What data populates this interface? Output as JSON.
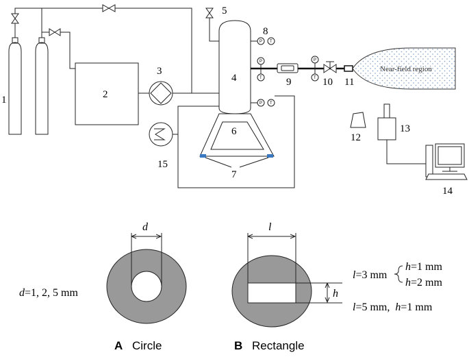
{
  "schematic": {
    "labels": {
      "n1": "1",
      "n2": "2",
      "n3": "3",
      "n4": "4",
      "n5": "5",
      "n6": "6",
      "n7": "7",
      "n8": "8",
      "n9": "9",
      "n10": "10",
      "n11": "11",
      "n12": "12",
      "n13": "13",
      "n14": "14",
      "n15": "15"
    },
    "gauge_p": "P",
    "gauge_t": "T",
    "near_field": "Near-field region"
  },
  "panel_a": {
    "letter": "A",
    "caption": "Circle",
    "dim_var": "d",
    "values_text": "=1, 2, 5 mm"
  },
  "panel_b": {
    "letter": "B",
    "caption": "Rectangle",
    "dim_l": "l",
    "dim_h": "h",
    "spec1_l": "=3 mm",
    "spec1_h1": "=1 mm",
    "spec1_h2": "=2 mm",
    "spec2_l": "=5 mm,",
    "spec2_h": "=1 mm"
  }
}
